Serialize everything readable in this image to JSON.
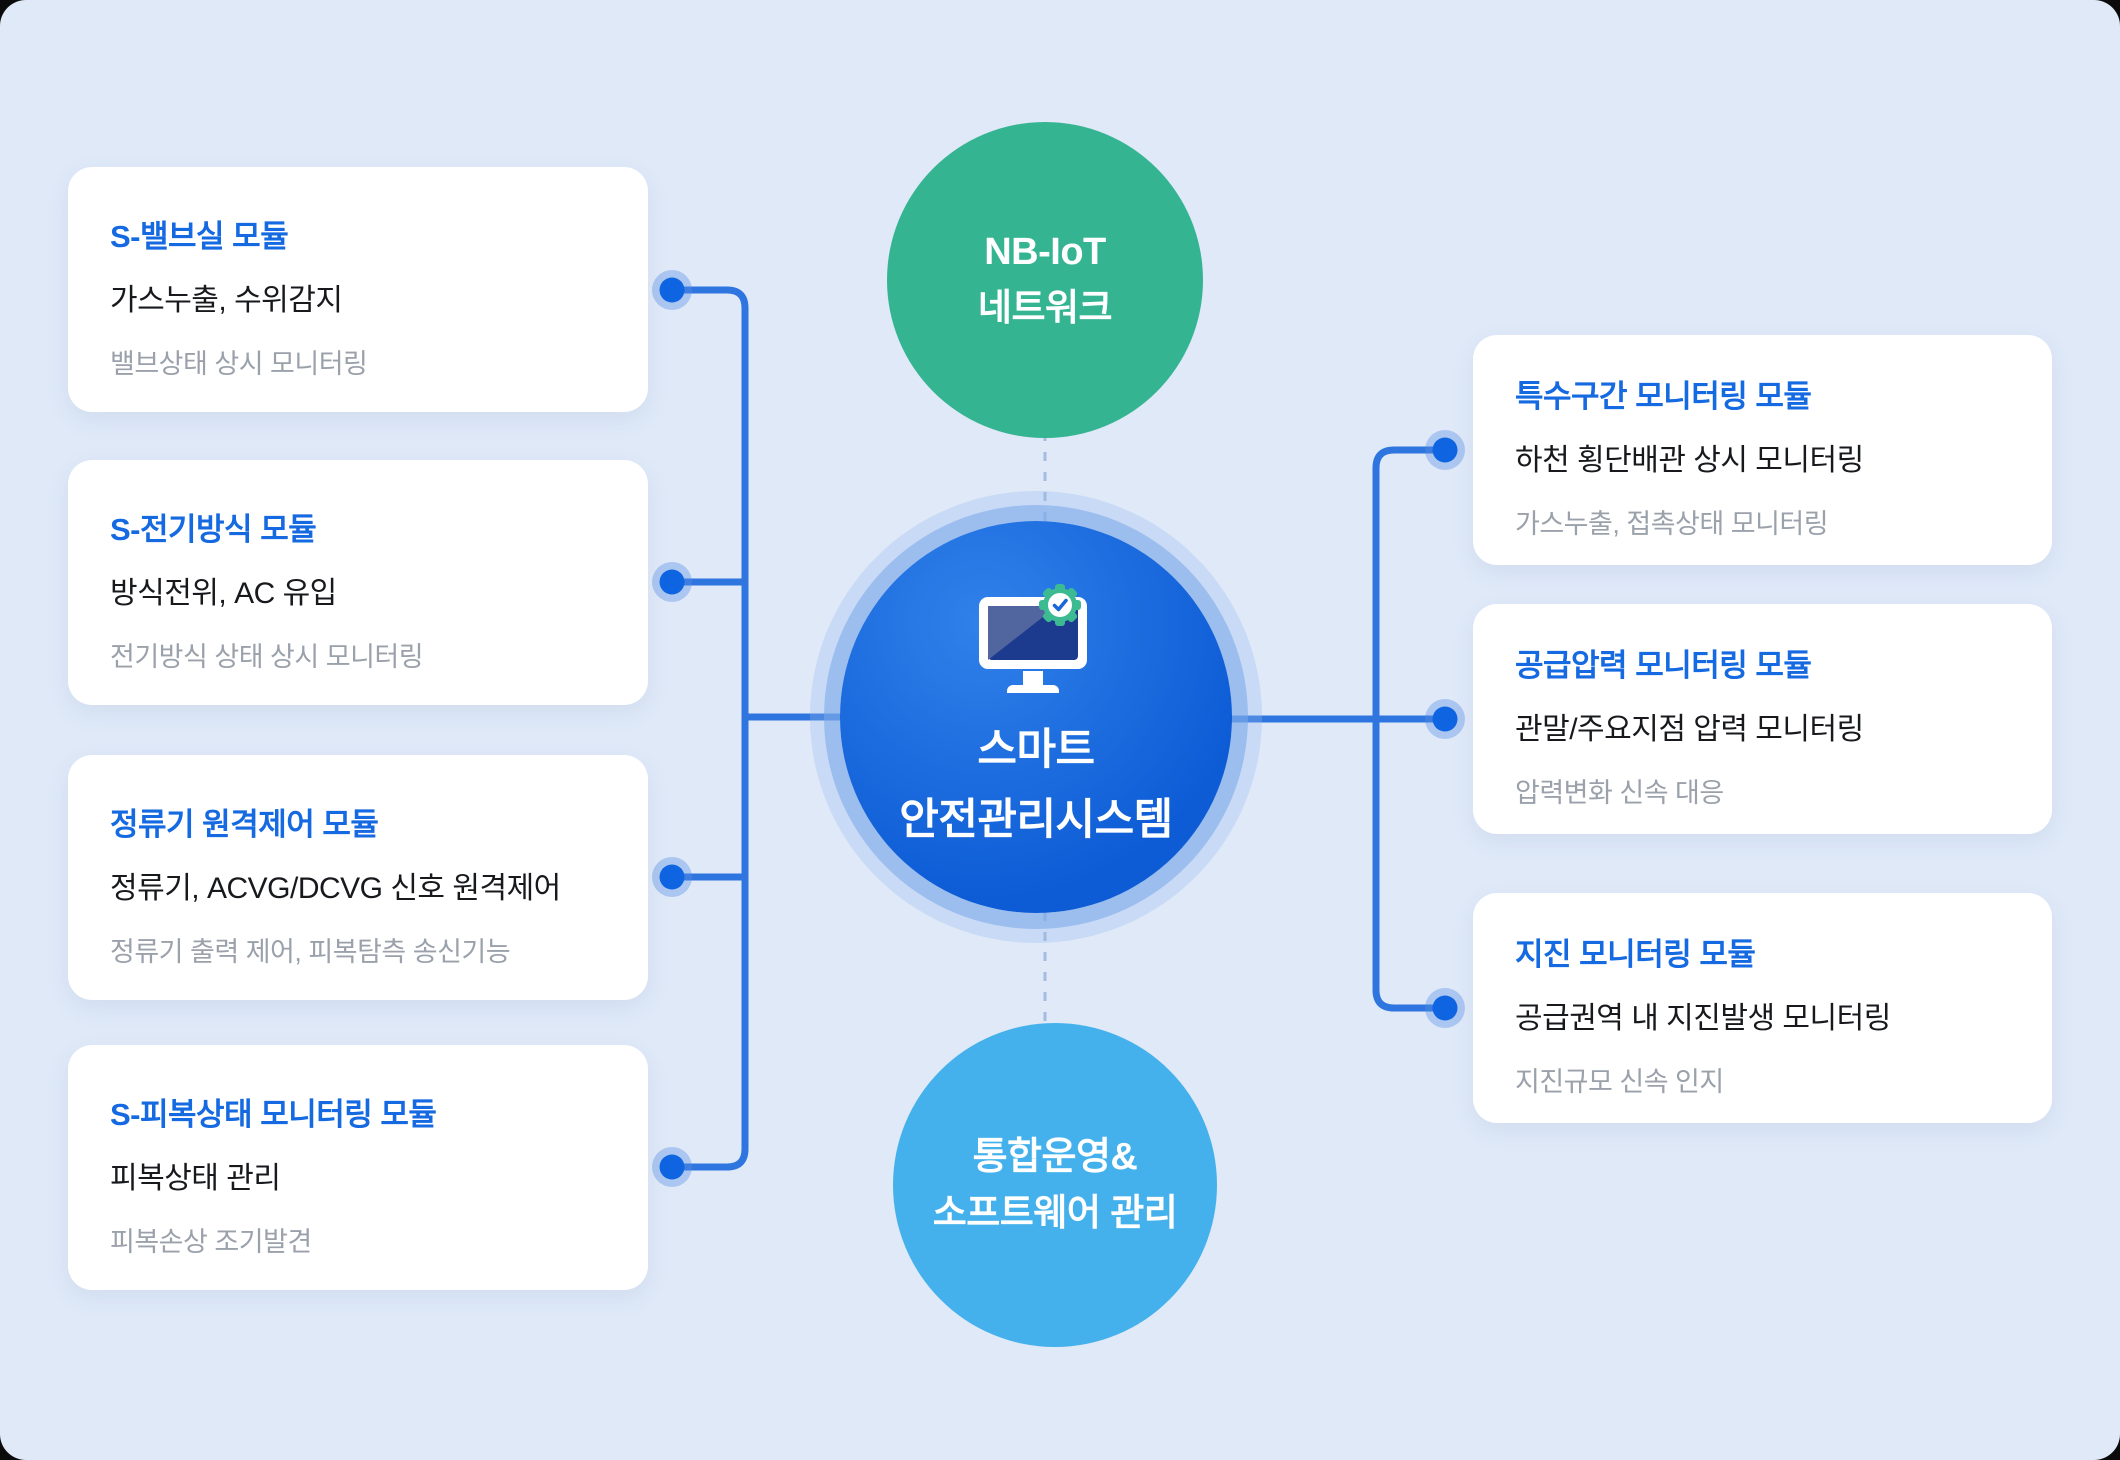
{
  "diagram": {
    "center": {
      "icon": "monitor-check-gear-icon",
      "lines": [
        "스마트",
        "안전관리시스템"
      ],
      "color": "#0d5cd6"
    },
    "top_node": {
      "lines": [
        "NB-IoT",
        "네트워크"
      ],
      "color": "#35b492"
    },
    "bottom_node": {
      "lines": [
        "통합운영&",
        "소프트웨어 관리"
      ],
      "color": "#45b1ec"
    },
    "left_modules": [
      {
        "title": "S-밸브실 모듈",
        "subtitle": "가스누출, 수위감지",
        "note": "밸브상태 상시 모니터링"
      },
      {
        "title": "S-전기방식 모듈",
        "subtitle": "방식전위, AC 유입",
        "note": "전기방식 상태 상시 모니터링"
      },
      {
        "title": "정류기 원격제어 모듈",
        "subtitle": "정류기, ACVG/DCVG 신호 원격제어",
        "note": "정류기 출력 제어, 피복탐측 송신기능"
      },
      {
        "title": "S-피복상태 모니터링 모듈",
        "subtitle": "피복상태 관리",
        "note": "피복손상 조기발견"
      }
    ],
    "right_modules": [
      {
        "title": "특수구간 모니터링 모듈",
        "subtitle": "하천 횡단배관 상시 모니터링",
        "note": "가스누출, 접촉상태 모니터링"
      },
      {
        "title": "공급압력 모니터링 모듈",
        "subtitle": "관말/주요지점 압력 모니터링",
        "note": "압력변화 신속 대응"
      },
      {
        "title": "지진 모니터링 모듈",
        "subtitle": "공급권역 내 지진발생 모니터링",
        "note": "지진규모 신속 인지"
      }
    ],
    "colors": {
      "background": "#dfe9f8",
      "card_title": "#1569e1",
      "card_subtitle": "#17191d",
      "card_note": "#9aa1ab",
      "connector": "#2e75df",
      "dot": "#0f65e1"
    }
  }
}
